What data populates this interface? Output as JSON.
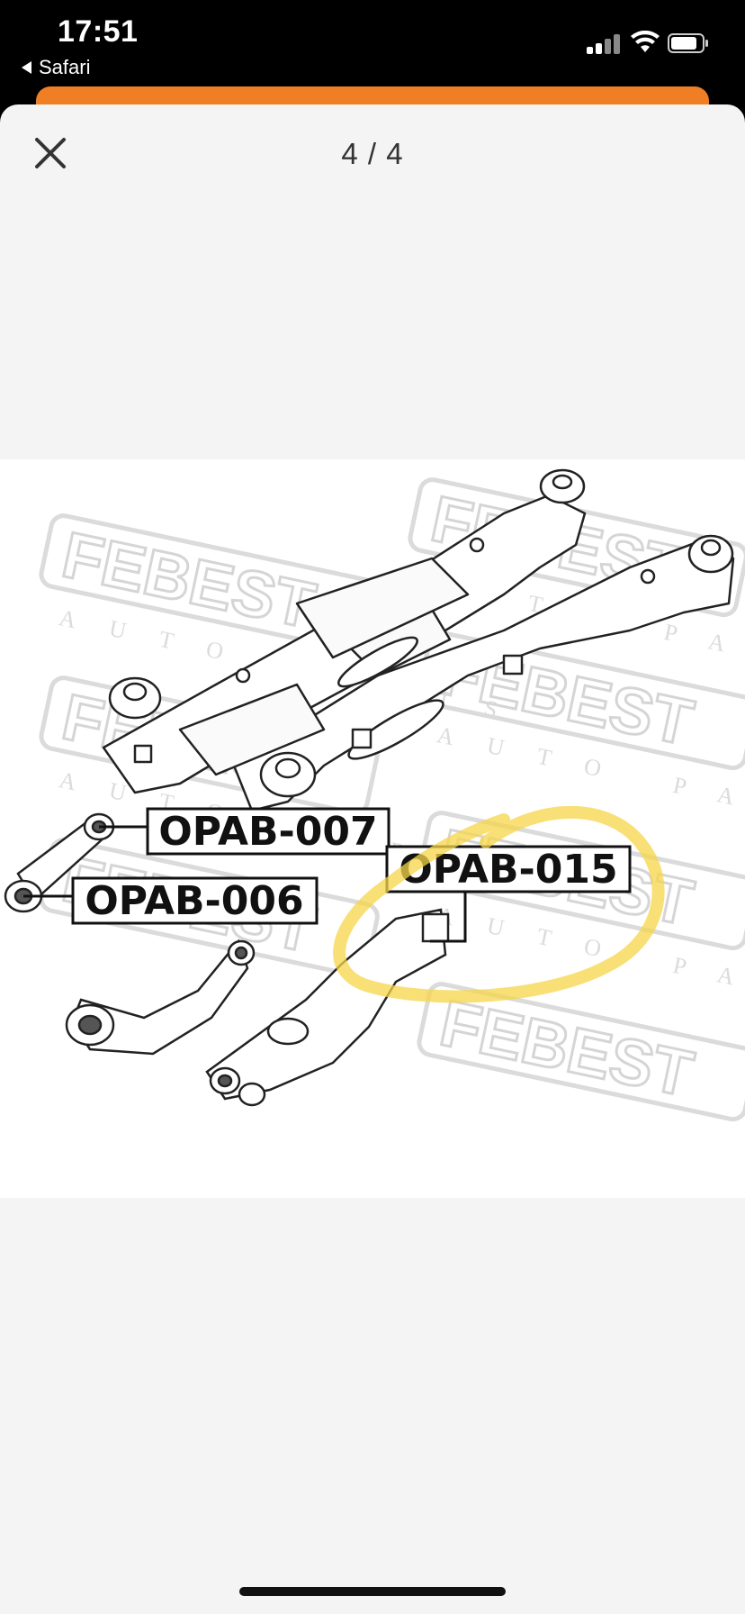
{
  "status_bar": {
    "time": "17:51",
    "back_app": "Safari",
    "icons": [
      "cellular-signal-icon",
      "wifi-icon",
      "battery-icon"
    ]
  },
  "viewer": {
    "counter": "4 / 4",
    "close_icon": "close-icon",
    "accent_color": "#ef7e24"
  },
  "image": {
    "watermark_brand": "FEBEST",
    "watermark_sub": "AUTO PARTS",
    "highlight_color": "#f5d54a",
    "parts": [
      {
        "code": "OPAB-007"
      },
      {
        "code": "OPAB-006"
      },
      {
        "code": "OPAB-015"
      }
    ]
  }
}
